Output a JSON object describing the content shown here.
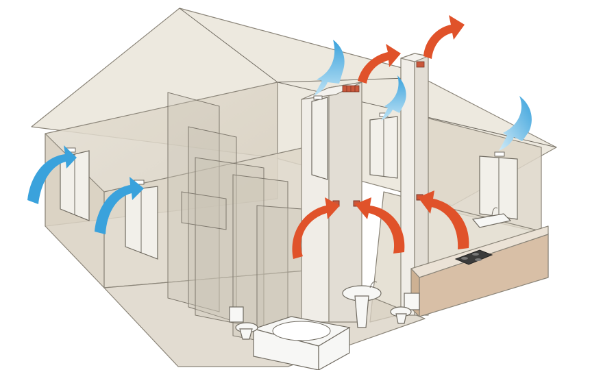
{
  "scene": {
    "subject": "house-ventilation-cutaway",
    "colors": {
      "background": "#ffffff",
      "wall": "#ddd6c8",
      "roof": "#e6dfd1",
      "outline": "#8a8478",
      "counter": "#d8bfa6",
      "duct": "#e9e6e0",
      "vent_grille": "#c9573b",
      "fresh_air": "#3aa2dc",
      "fresh_air_light": "#bfe3f5",
      "exhaust_air": "#e0522a"
    },
    "icons": {
      "supply": "blue-curved-arrow",
      "exhaust": "red-curved-arrow"
    }
  }
}
